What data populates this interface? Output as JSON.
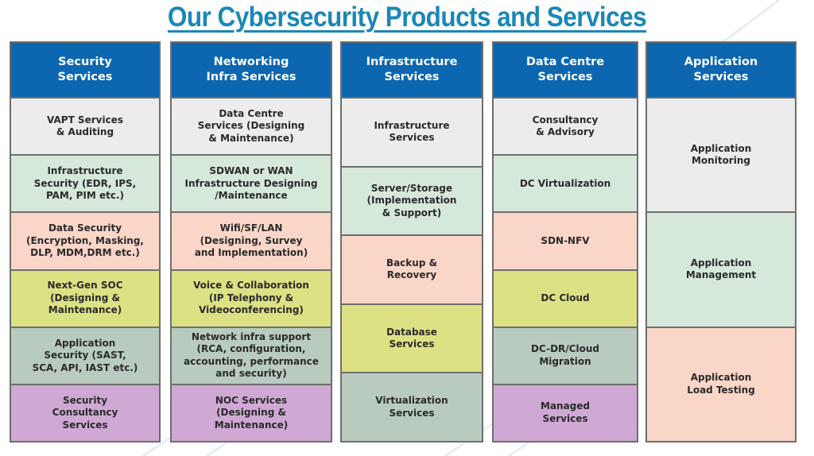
{
  "title": "Our Cybersecurity Products and Services",
  "columns": [
    {
      "header": "Security\nServices",
      "items": [
        {
          "label": "VAPT Services\n& Auditing",
          "color": "gray"
        },
        {
          "label": "Infrastructure\nSecurity (EDR, IPS,\nPAM, PIM etc.)",
          "color": "mint"
        },
        {
          "label": "Data Security\n(Encryption, Masking,\nDLP, MDM,DRM etc.)",
          "color": "peach"
        },
        {
          "label": "Next-Gen SOC\n(Designing &\nMaintenance)",
          "color": "yellow"
        },
        {
          "label": "Application\nSecurity (SAST,\nSCA, API, IAST etc.)",
          "color": "sage"
        },
        {
          "label": "Security\nConsultancy\nServices",
          "color": "purple"
        }
      ]
    },
    {
      "header": "Networking\nInfra Services",
      "items": [
        {
          "label": "Data Centre\nServices (Designing\n& Maintenance)",
          "color": "gray"
        },
        {
          "label": "SDWAN or WAN\nInfrastructure Designing\n/Maintenance",
          "color": "mint"
        },
        {
          "label": "Wifi/SF/LAN\n(Designing, Survey\nand Implementation)",
          "color": "peach"
        },
        {
          "label": "Voice & Collaboration\n(IP Telephony &\nVideoconferencing)",
          "color": "yellow"
        },
        {
          "label": "Network infra support\n(RCA, configuration,\naccounting, performance\nand security)",
          "color": "sage"
        },
        {
          "label": "NOC Services\n(Designing &\nMaintenance)",
          "color": "purple"
        }
      ]
    },
    {
      "header": "Infrastructure\nServices",
      "items": [
        {
          "label": "Infrastructure\nServices",
          "color": "gray"
        },
        {
          "label": "Server/Storage\n(Implementation\n& Support)",
          "color": "mint"
        },
        {
          "label": "Backup &\nRecovery",
          "color": "peach"
        },
        {
          "label": "Database\nServices",
          "color": "yellow"
        },
        {
          "label": "Virtualization\nServices",
          "color": "sage"
        }
      ]
    },
    {
      "header": "Data Centre\nServices",
      "items": [
        {
          "label": "Consultancy\n& Advisory",
          "color": "gray"
        },
        {
          "label": "DC Virtualization",
          "color": "mint"
        },
        {
          "label": "SDN-NFV",
          "color": "peach"
        },
        {
          "label": "DC Cloud",
          "color": "yellow"
        },
        {
          "label": "DC-DR/Cloud\nMigration",
          "color": "sage"
        },
        {
          "label": "Managed\nServices",
          "color": "purple"
        }
      ]
    },
    {
      "header": "Application\nServices",
      "items": [
        {
          "label": "Application\nMonitoring",
          "color": "gray"
        },
        {
          "label": "Application\nManagement",
          "color": "mint"
        },
        {
          "label": "Application\nLoad Testing",
          "color": "peach"
        }
      ]
    }
  ],
  "colors": {
    "title": "#1a87b8",
    "header_bg": "#0d67b0",
    "gray": "#ececec",
    "mint": "#d6e8da",
    "peach": "#f9d6c8",
    "yellow": "#dce183",
    "sage": "#b9cbbe",
    "purple": "#cfa9d3"
  }
}
